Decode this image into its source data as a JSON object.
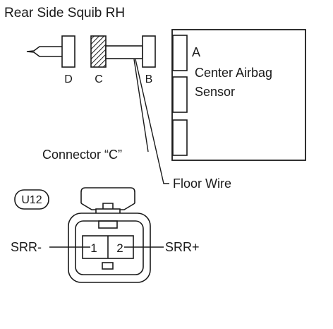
{
  "title": "Rear Side Squib RH",
  "connectors": {
    "d": "D",
    "c": "C",
    "b": "B",
    "a": "A"
  },
  "ecu": {
    "line1": "Center Airbag",
    "line2": "Sensor"
  },
  "labels": {
    "connector_c": "Connector “C”",
    "floor_wire": "Floor Wire"
  },
  "connector_face": {
    "code": "U12",
    "pin_1": "1",
    "pin_2": "2",
    "signal_left": "SRR-",
    "signal_right": "SRR+"
  },
  "colors": {
    "line": "#1a1a1a",
    "background": "#ffffff"
  }
}
